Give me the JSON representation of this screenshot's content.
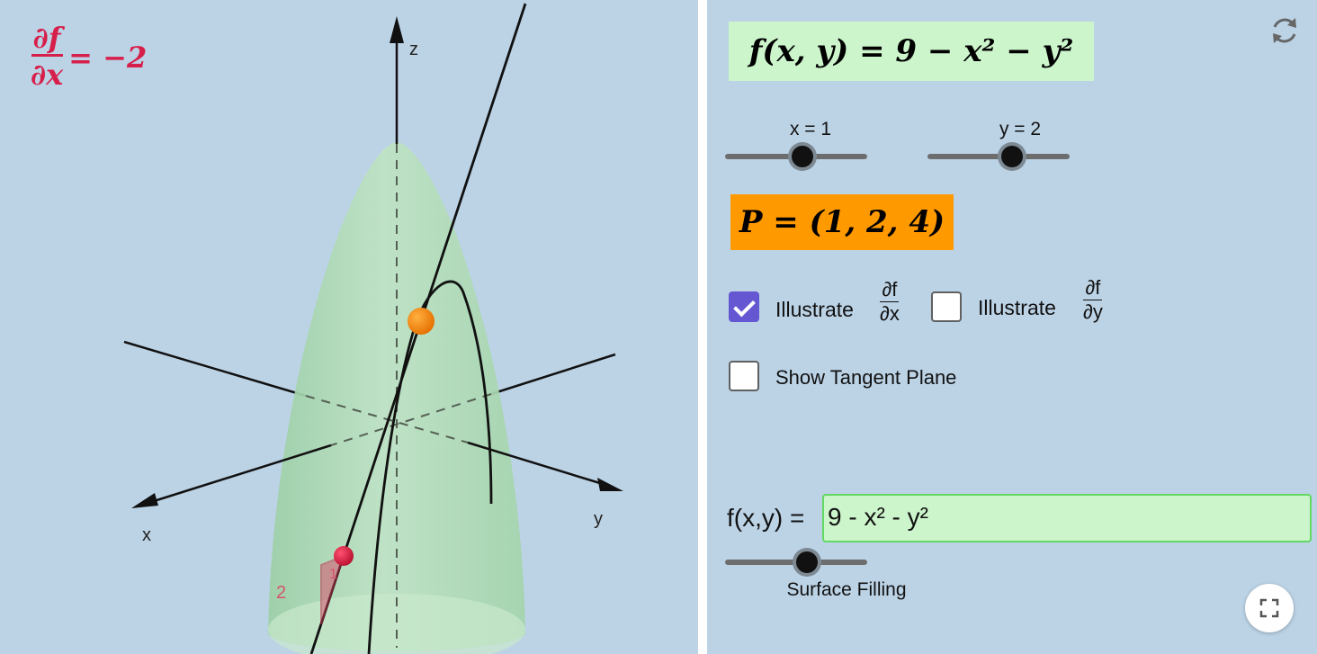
{
  "view3d": {
    "partial": {
      "numerator": "∂f",
      "denominator": "∂x",
      "value": "= −2"
    },
    "axes": {
      "x": "x",
      "y": "y",
      "z": "z"
    },
    "tri_labels": {
      "run": "1",
      "rise": "2"
    },
    "colors": {
      "surface": "#a9d8b0",
      "point": "#ff8a00",
      "slope_point": "#d8143c"
    }
  },
  "panel": {
    "function_display": "f(x, y) = 9 − x² − y²",
    "slider_x": {
      "label": "x = 1",
      "value": 1
    },
    "slider_y": {
      "label": "y = 2",
      "value": 2
    },
    "point_display": "P = (1, 2, 4)",
    "checkbox_dx": {
      "label": "Illustrate",
      "frac_num": "∂f",
      "frac_den": "∂x",
      "checked": true
    },
    "checkbox_dy": {
      "label": "Illustrate",
      "frac_num": "∂f",
      "frac_den": "∂y",
      "checked": false
    },
    "checkbox_plane": {
      "label": "Show Tangent Plane",
      "checked": false
    },
    "input": {
      "label": "f(x,y) =",
      "value": "9 - x² - y²"
    },
    "surface_slider": {
      "label": "Surface Filling"
    },
    "icons": {
      "reset": "refresh-icon",
      "fullscreen": "fullscreen-icon"
    }
  }
}
